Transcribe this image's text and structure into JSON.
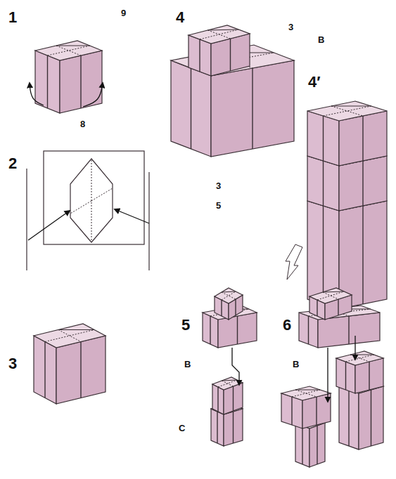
{
  "diagram": {
    "labels": [
      "1",
      "9",
      "4",
      "3",
      "B",
      "4′",
      "8",
      "2",
      "3",
      "5",
      "3",
      "5",
      "B",
      "C",
      "6",
      "B"
    ]
  }
}
